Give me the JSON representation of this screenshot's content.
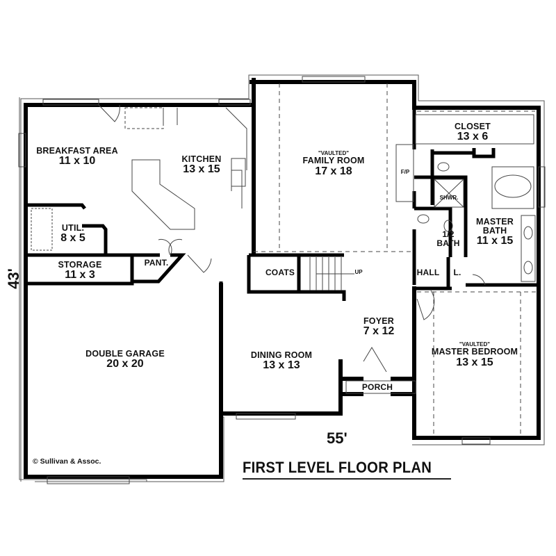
{
  "plan": {
    "title": "FIRST LEVEL FLOOR PLAN",
    "copyright": "© Sullivan & Assoc.",
    "dimensions": {
      "width": "55'",
      "depth": "43'"
    }
  },
  "rooms": {
    "breakfast": {
      "name": "BREAKFAST AREA",
      "size": "11 x 10"
    },
    "kitchen": {
      "name": "KITCHEN",
      "size": "13 x 15"
    },
    "family": {
      "note": "\"VAULTED\"",
      "name": "FAMILY ROOM",
      "size": "17 x 18"
    },
    "fireplace": {
      "name": "F/P"
    },
    "closet": {
      "name": "CLOSET",
      "size": "13 x 6"
    },
    "shower": {
      "name": "SHWR."
    },
    "master_bath": {
      "name": "MASTER",
      "name2": "BATH",
      "size": "11 x 15"
    },
    "half_bath": {
      "name": "1/2",
      "name2": "BATH"
    },
    "utility": {
      "name": "UTIL.",
      "size": "8 x 5"
    },
    "storage": {
      "name": "STORAGE",
      "size": "11 x 3"
    },
    "pantry": {
      "name": "PANT."
    },
    "coats": {
      "name": "COATS"
    },
    "stairs": {
      "name": "UP"
    },
    "hall": {
      "name": "HALL"
    },
    "linen": {
      "name": "L."
    },
    "foyer": {
      "name": "FOYER",
      "size": "7 x 12"
    },
    "garage": {
      "name": "DOUBLE GARAGE",
      "size": "20 x 20"
    },
    "dining": {
      "name": "DINING ROOM",
      "size": "13 x 13"
    },
    "master_bedroom": {
      "note": "\"VAULTED\"",
      "name": "MASTER BEDROOM",
      "size": "13 x 15"
    },
    "porch": {
      "name": "PORCH"
    }
  }
}
